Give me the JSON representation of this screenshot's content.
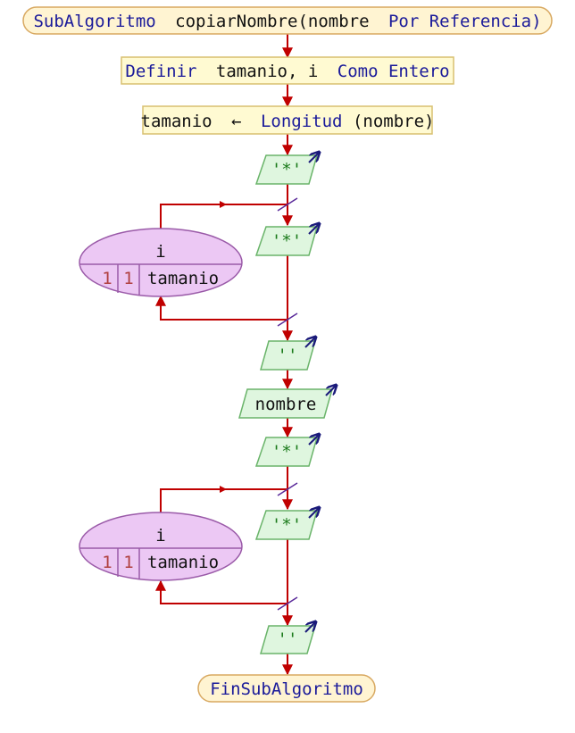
{
  "header": {
    "keyword": "SubAlgoritmo",
    "name": "copiarNombre(nombre",
    "param_mode": "Por Referencia)"
  },
  "declaration": {
    "keyword": "Definir",
    "vars": "tamanio, i",
    "type_kw": "Como Entero"
  },
  "assignment": {
    "target": "tamanio",
    "arrow": "←",
    "func": "Longitud",
    "args": "(nombre)"
  },
  "outputs": {
    "star_1": "'*'",
    "loop1_star": "'*'",
    "empty_1": "''",
    "nombre": "nombre",
    "star_2": "'*'",
    "loop2_star": "'*'",
    "empty_2": "''"
  },
  "loops": [
    {
      "var": "i",
      "from": "1",
      "step": "1",
      "to": "tamanio"
    },
    {
      "var": "i",
      "from": "1",
      "step": "1",
      "to": "tamanio"
    }
  ],
  "footer": {
    "label": "FinSubAlgoritmo"
  },
  "colors": {
    "flow_line": "#c00000",
    "terminal_fill": "#fff4d2",
    "terminal_stroke": "#d8a860",
    "process_fill": "#fffad2",
    "process_stroke": "#d8c070",
    "io_fill": "#dff6df",
    "io_stroke": "#6ab46a",
    "loop_fill": "#ecc8f4",
    "loop_stroke": "#9a5aa8",
    "keyword_text": "#1a1a9a",
    "string_text": "#1a7a1a",
    "number_text": "#b04040",
    "plain_text": "#111111",
    "output_arrow": "#1a1a7a"
  }
}
